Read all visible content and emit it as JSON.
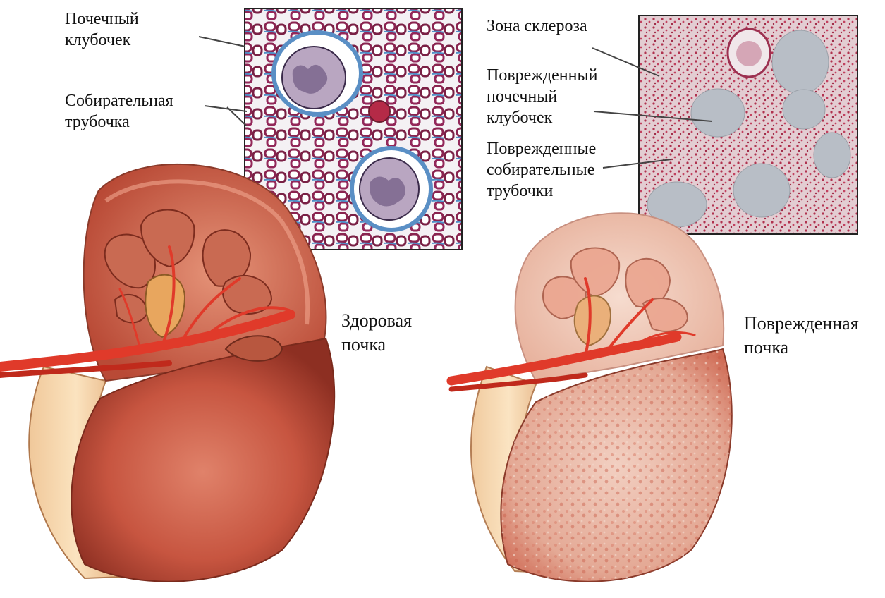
{
  "left_panel": {
    "labels": {
      "glomerulus": [
        "Почечный",
        "клубочек"
      ],
      "collecting_tubule": [
        "Собирательная",
        "трубочка"
      ]
    },
    "kidney_caption": [
      "Здоровая",
      "почка"
    ]
  },
  "right_panel": {
    "labels": {
      "sclerosis_zone": "Зона склероза",
      "damaged_glomerulus": [
        "Поврежденный",
        "почечный",
        "клубочек"
      ],
      "damaged_tubules": [
        "Поврежденные",
        "собирательные",
        "трубочки"
      ]
    },
    "kidney_caption": [
      "Поврежденная",
      "почка"
    ]
  },
  "colors": {
    "healthy_kidney": "#c75540",
    "damaged_kidney": "#e7b7a6",
    "artery": "#e03a2a",
    "healthy_tissue_stain": "#8a2450",
    "healthy_tissue_blue": "#4f8fc7",
    "damaged_tissue_bg": "#d9bfc6",
    "damaged_tissue_patch": "#b8bec6"
  }
}
